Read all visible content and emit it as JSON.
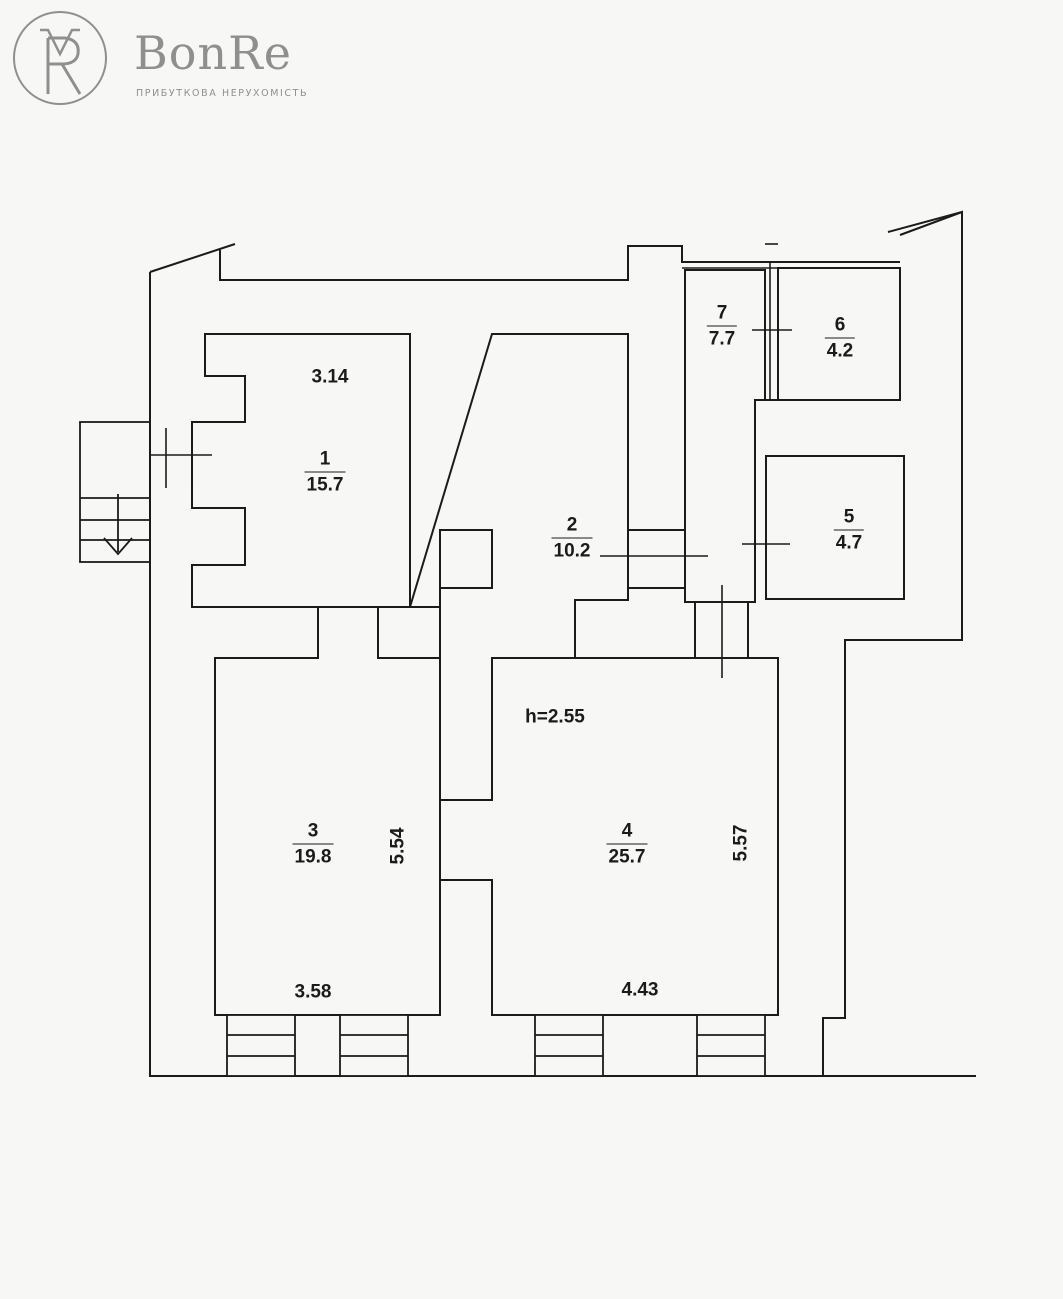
{
  "brand": {
    "monogram": "BR",
    "name": "BonRe",
    "tagline": "ПРИБУТКОВА НЕРУХОМІСТЬ"
  },
  "plan": {
    "ceiling_height": "h=2.55",
    "rooms": [
      {
        "number": "1",
        "area": "15.7"
      },
      {
        "number": "2",
        "area": "10.2"
      },
      {
        "number": "3",
        "area": "19.8"
      },
      {
        "number": "4",
        "area": "25.7"
      },
      {
        "number": "5",
        "area": "4.7"
      },
      {
        "number": "6",
        "area": "4.2"
      },
      {
        "number": "7",
        "area": "7.7"
      }
    ],
    "dimensions": {
      "room1_width": "3.14",
      "room3_width": "3.58",
      "room4_width": "4.43",
      "room3_depth": "5.54",
      "room4_depth": "5.57"
    }
  },
  "colors": {
    "ink": "#1b1b1b",
    "logo_gray": "#8f8f8f",
    "paper": "#f7f7f5"
  }
}
